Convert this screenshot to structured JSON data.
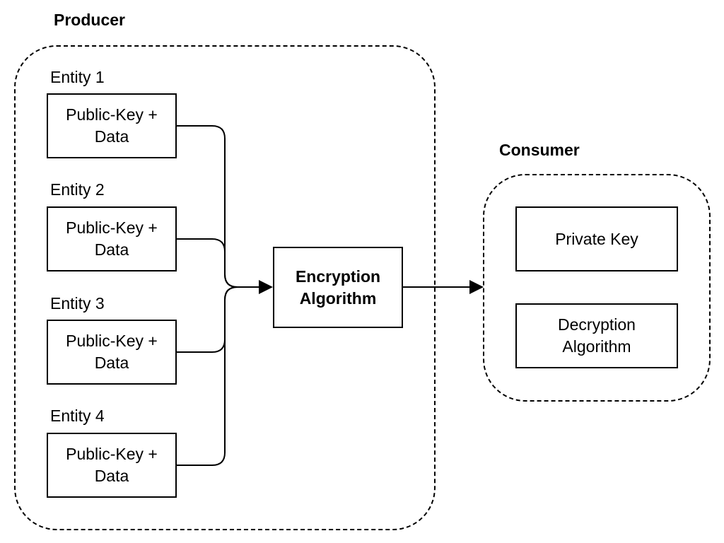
{
  "producer": {
    "title": "Producer",
    "entities": [
      {
        "label": "Entity 1",
        "box_line1": "Public-Key +",
        "box_line2": "Data"
      },
      {
        "label": "Entity 2",
        "box_line1": "Public-Key +",
        "box_line2": "Data"
      },
      {
        "label": "Entity 3",
        "box_line1": "Public-Key +",
        "box_line2": "Data"
      },
      {
        "label": "Entity 4",
        "box_line1": "Public-Key +",
        "box_line2": "Data"
      }
    ],
    "encryption": {
      "line1": "Encryption",
      "line2": "Algorithm"
    }
  },
  "consumer": {
    "title": "Consumer",
    "private_key": "Private Key",
    "decryption": {
      "line1": "Decryption",
      "line2": "Algorithm"
    }
  }
}
